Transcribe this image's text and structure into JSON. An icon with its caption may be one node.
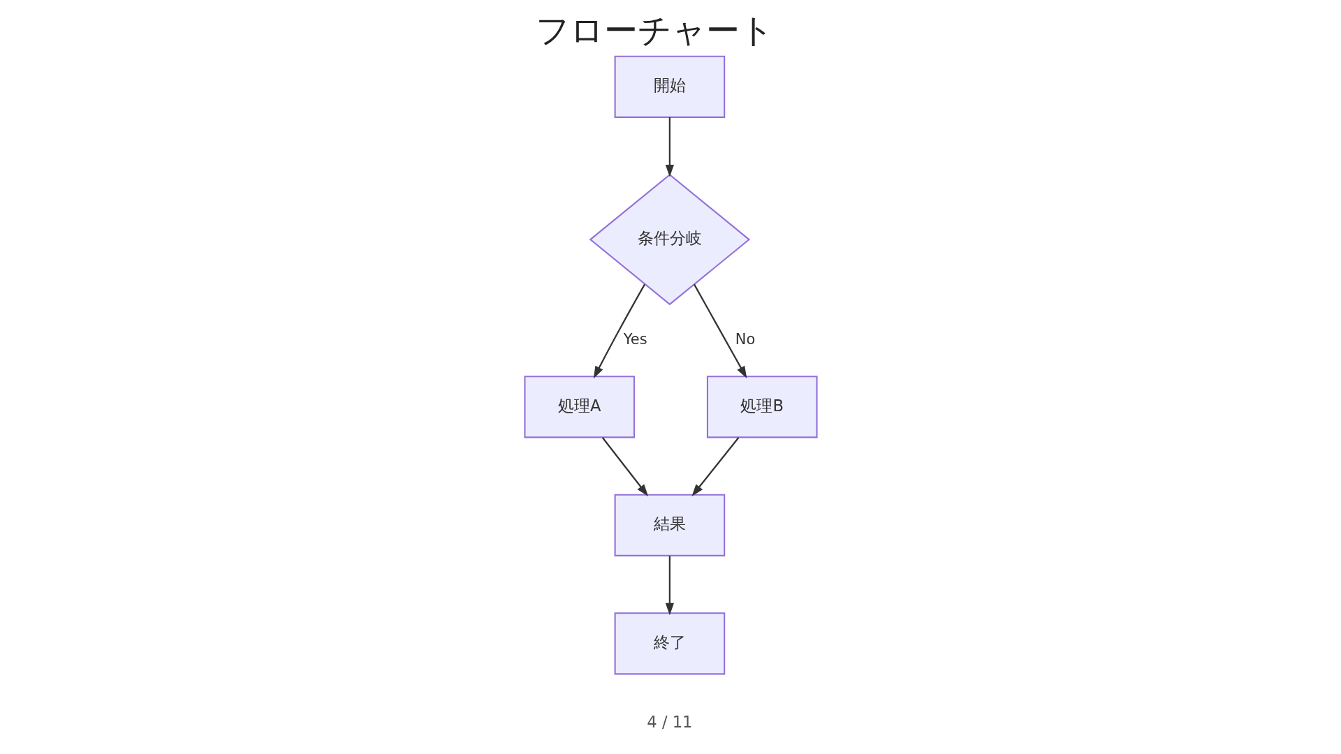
{
  "diagram": {
    "title": "フローチャート",
    "nodes": [
      {
        "text": [
          "開始"
        ]
      },
      {
        "text": [
          "条件分岐"
        ]
      },
      {
        "text": [
          "処理A"
        ]
      },
      {
        "text": [
          "処理B"
        ]
      },
      {
        "text": [
          "結果"
        ]
      },
      {
        "text": [
          "終了"
        ]
      }
    ],
    "edges": [
      {
        "from": 0,
        "to": 1,
        "arrow": "to"
      },
      {
        "from": 1,
        "to": 2,
        "label": "Yes",
        "arrow": "to"
      },
      {
        "from": 1,
        "to": 3,
        "label": "No",
        "arrow": "to"
      },
      {
        "from": 2,
        "to": 4,
        "arrow": "to"
      },
      {
        "from": 3,
        "to": 4,
        "arrow": "to"
      },
      {
        "from": 4,
        "to": 5,
        "arrow": "to"
      }
    ],
    "labels": [
      "4 / 11"
    ]
  }
}
